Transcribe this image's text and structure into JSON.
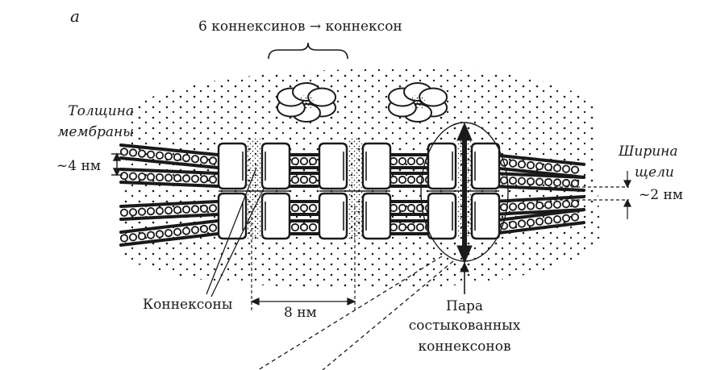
{
  "panel_letter": "а",
  "labels": {
    "hexamer": "6 коннексинов → коннексон",
    "membrane_thickness": [
      "Толщина",
      "мембраны"
    ],
    "thickness_value": "~4 нм",
    "gap_width": [
      "Ширина",
      "щели"
    ],
    "gap_value": "~2 нм",
    "connexons": "Коннексоны",
    "spacing": "8 нм",
    "docked_pair": [
      "Пара",
      "состыкованных",
      "коннексонов"
    ]
  },
  "colors": {
    "ink": "#1a1a1a",
    "paper": "#ffffff"
  }
}
